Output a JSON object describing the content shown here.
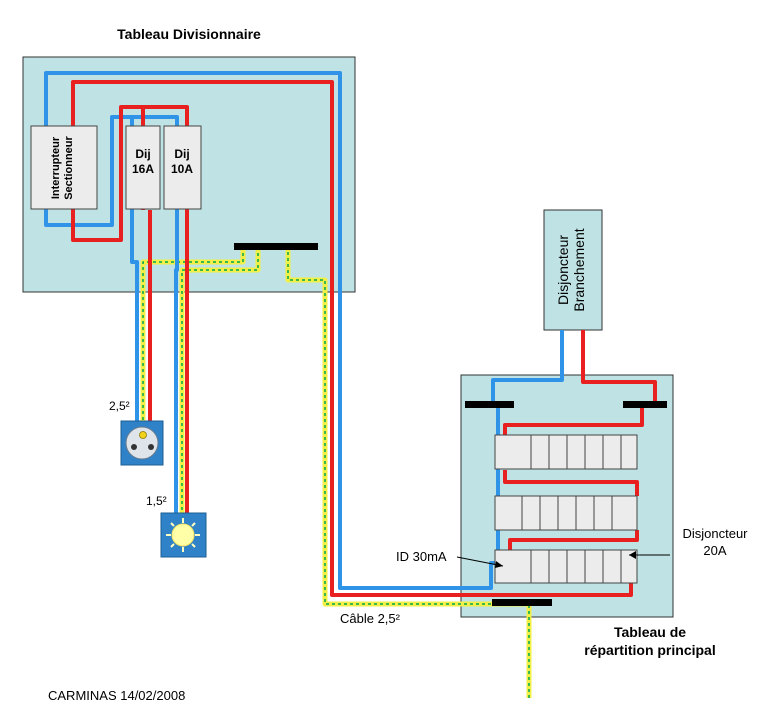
{
  "titles": {
    "sub_panel": "Tableau Divisionnaire",
    "main_panel_line1": "Tableau de",
    "main_panel_line2": "répartition principal"
  },
  "modules": {
    "interrupteur_line1": "Interrupteur",
    "interrupteur_line2": "Sectionneur",
    "dij16_line1": "Dij",
    "dij16_line2": "16A",
    "dij10_line1": "Dij",
    "dij10_line2": "10A",
    "branchement_line1": "Disjoncteur",
    "branchement_line2": "Branchement"
  },
  "labels": {
    "socket_section": "2,5²",
    "light_section": "1,5²",
    "id_label": "ID 30mA",
    "disj20_line1": "Disjoncteur",
    "disj20_line2": "20A",
    "cable": "Câble 2,5²",
    "credit": "CARMINAS 14/02/2008"
  },
  "colors": {
    "panel_fill": "#bfe2e4",
    "phase_wire": "#e8201f",
    "neutral_wire": "#2f93e8",
    "earth_wire": "#f2f046",
    "earth_stripe": "#00a651",
    "module_fill": "#ececec",
    "terminal_bar": "#000000",
    "device_fill": "#2f82c7"
  }
}
